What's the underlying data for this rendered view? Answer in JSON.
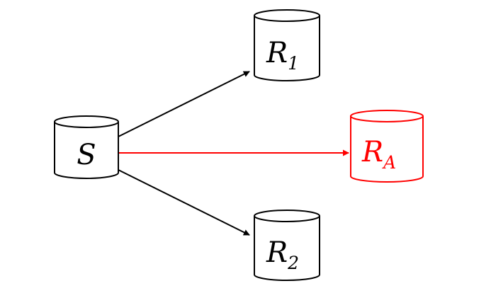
{
  "colors": {
    "default": "#000000",
    "highlight": "#ff0000"
  },
  "nodes": {
    "s": {
      "name": "S",
      "sub": "",
      "color": "#000000"
    },
    "r1": {
      "name": "R",
      "sub": "1",
      "color": "#000000"
    },
    "ra": {
      "name": "R",
      "sub": "A",
      "color": "#ff0000"
    },
    "r2": {
      "name": "R",
      "sub": "2",
      "color": "#000000"
    }
  },
  "edges": [
    {
      "from": "S",
      "to": "R1",
      "color": "#000000"
    },
    {
      "from": "S",
      "to": "RA",
      "color": "#ff0000"
    },
    {
      "from": "S",
      "to": "R2",
      "color": "#000000"
    }
  ]
}
